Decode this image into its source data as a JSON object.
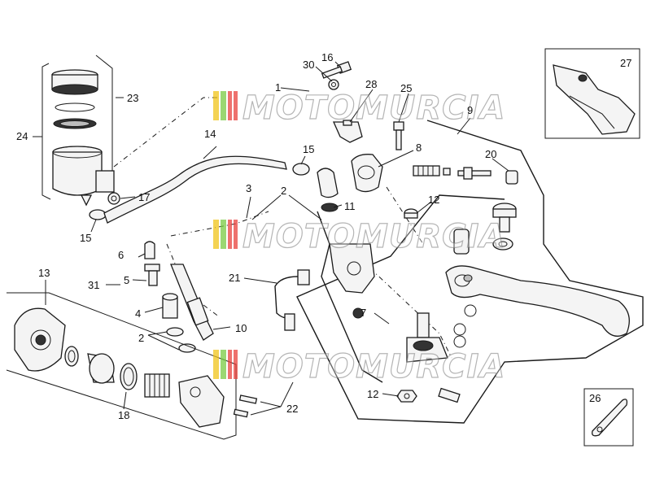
{
  "diagram": {
    "watermark_text": "MOTOMURCIA",
    "watermark_stripe_colors": [
      "#f0c419",
      "#7ac943",
      "#e8413c",
      "#e8413c"
    ],
    "callouts": {
      "c1": "1",
      "c2a": "2",
      "c2b": "2",
      "c3": "3",
      "c4": "4",
      "c5": "5",
      "c6": "6",
      "c7": "7",
      "c8": "8",
      "c9": "9",
      "c10": "10",
      "c11": "11",
      "c12a": "12",
      "c12b": "12",
      "c13": "13",
      "c14": "14",
      "c15a": "15",
      "c15b": "15",
      "c16": "16",
      "c17": "17",
      "c18": "18",
      "c20": "20",
      "c21": "21",
      "c22": "22",
      "c23": "23",
      "c24": "24",
      "c25": "25",
      "c26": "26",
      "c27": "27",
      "c28": "28",
      "c30": "30",
      "c31": "31"
    }
  }
}
